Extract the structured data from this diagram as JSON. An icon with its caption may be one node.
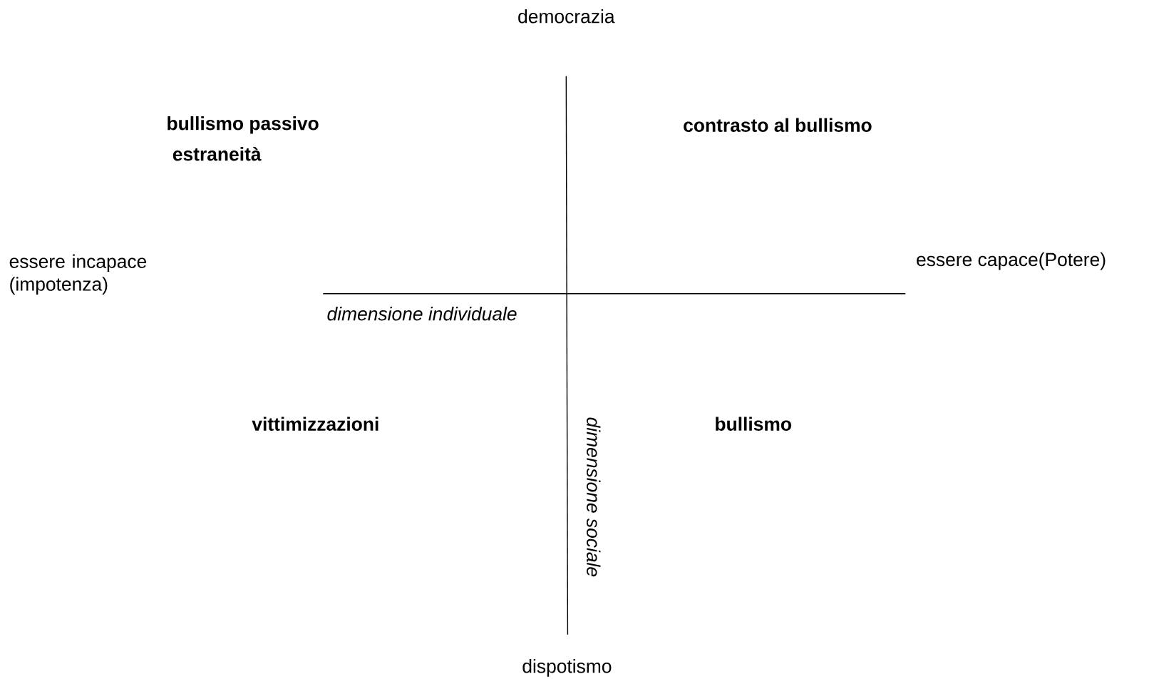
{
  "diagram": {
    "labels": [
      "democrazia",
      "bullismo passivo",
      "estraneità",
      "contrasto al bullismo",
      "essere incapace (impotenza)",
      "essere capace(Potere)",
      "dimensione individuale",
      "vittimizzazioni",
      "bullismo",
      "dimensione sociale",
      "dispotismo"
    ]
  }
}
